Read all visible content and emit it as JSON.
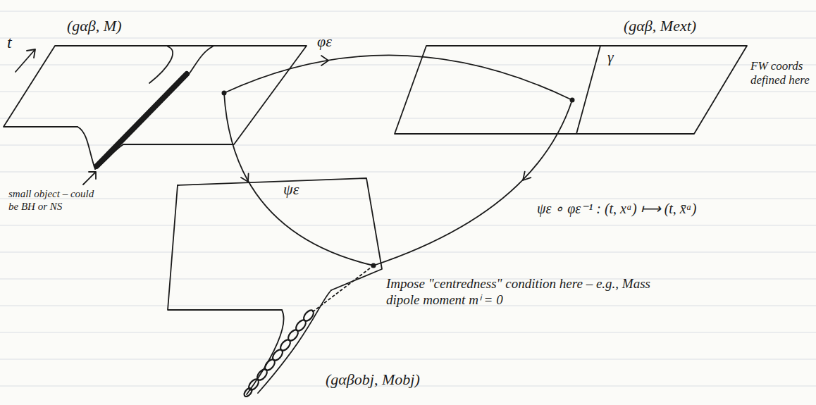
{
  "diagram": {
    "labels": [
      "(gαβ, M)",
      "t",
      "φε",
      "(gαβ, Mext)",
      "γ",
      "FW coords defined here",
      "small object – could be BH or NS",
      "ψε",
      "ψε ∘ φε⁻¹ :  (t, xᵃ) ⟼ (t, x̄ᵃ)",
      "Impose \"centredness\" condition here – e.g., Mass dipole moment mⁱ = 0",
      "(gαβobj, Mobj)"
    ]
  }
}
